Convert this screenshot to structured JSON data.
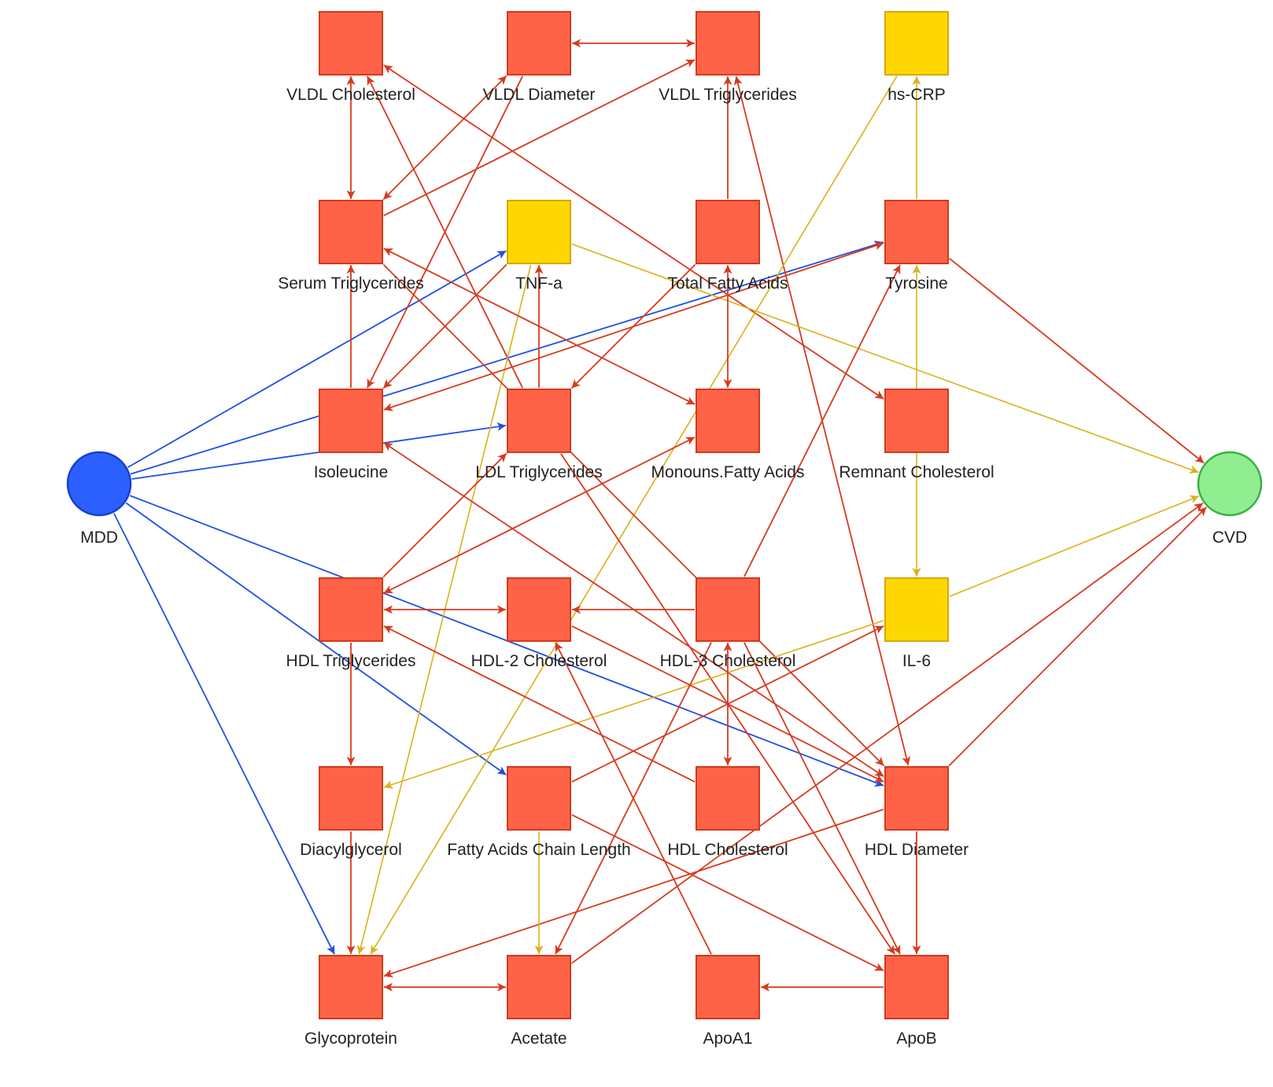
{
  "colors": {
    "metabolite": "#FF6347",
    "metabolite_border": "#D03A1E",
    "inflammatory": "#FFD700",
    "inflammatory_border": "#D4A800",
    "exposure": "#2B60FF",
    "exposure_border": "#1A3FCC",
    "outcome": "#90EE90",
    "outcome_border": "#3CB043",
    "edge_red": "#D63A1E",
    "edge_blue": "#1F4FE0",
    "edge_yellow": "#D9B21A"
  },
  "nodes": [
    {
      "id": "vldl_chol",
      "label": "VLDL Cholesterol",
      "kind": "metabolite"
    },
    {
      "id": "vldl_diam",
      "label": "VLDL Diameter",
      "kind": "metabolite"
    },
    {
      "id": "vldl_tg",
      "label": "VLDL Triglycerides",
      "kind": "metabolite"
    },
    {
      "id": "hscrp",
      "label": "hs-CRP",
      "kind": "inflammatory"
    },
    {
      "id": "serum_tg",
      "label": "Serum Triglycerides",
      "kind": "metabolite"
    },
    {
      "id": "tnfa",
      "label": "TNF-a",
      "kind": "inflammatory"
    },
    {
      "id": "tfa",
      "label": "Total Fatty Acids",
      "kind": "metabolite"
    },
    {
      "id": "tyrosine",
      "label": "Tyrosine",
      "kind": "metabolite"
    },
    {
      "id": "isoleucine",
      "label": "Isoleucine",
      "kind": "metabolite"
    },
    {
      "id": "ldl_tg",
      "label": "LDL Triglycerides",
      "kind": "metabolite"
    },
    {
      "id": "mufa",
      "label": "Monouns.Fatty Acids",
      "kind": "metabolite"
    },
    {
      "id": "remnant",
      "label": "Remnant Cholesterol",
      "kind": "metabolite"
    },
    {
      "id": "hdl_tg",
      "label": "HDL Triglycerides",
      "kind": "metabolite"
    },
    {
      "id": "hdl2",
      "label": "HDL-2 Cholesterol",
      "kind": "metabolite"
    },
    {
      "id": "hdl3",
      "label": "HDL-3 Cholesterol",
      "kind": "metabolite"
    },
    {
      "id": "il6",
      "label": "IL-6",
      "kind": "inflammatory"
    },
    {
      "id": "dag",
      "label": "Diacylglycerol",
      "kind": "metabolite"
    },
    {
      "id": "facl",
      "label": "Fatty Acids Chain Length",
      "kind": "metabolite"
    },
    {
      "id": "hdl_chol",
      "label": "HDL Cholesterol",
      "kind": "metabolite"
    },
    {
      "id": "hdl_diam",
      "label": "HDL Diameter",
      "kind": "metabolite"
    },
    {
      "id": "glyco",
      "label": "Glycoprotein",
      "kind": "metabolite"
    },
    {
      "id": "acetate",
      "label": "Acetate",
      "kind": "metabolite"
    },
    {
      "id": "apoa1",
      "label": "ApoA1",
      "kind": "metabolite"
    },
    {
      "id": "apob",
      "label": "ApoB",
      "kind": "metabolite"
    },
    {
      "id": "mdd",
      "label": "MDD",
      "kind": "exposure"
    },
    {
      "id": "cvd",
      "label": "CVD",
      "kind": "outcome"
    }
  ],
  "edges": [
    {
      "from": "mdd",
      "to": "tnfa",
      "color": "blue"
    },
    {
      "from": "mdd",
      "to": "tyrosine",
      "color": "blue"
    },
    {
      "from": "mdd",
      "to": "ldl_tg",
      "color": "blue"
    },
    {
      "from": "mdd",
      "to": "hdl_diam",
      "color": "blue"
    },
    {
      "from": "mdd",
      "to": "facl",
      "color": "blue"
    },
    {
      "from": "mdd",
      "to": "glyco",
      "color": "blue"
    },
    {
      "from": "vldl_chol",
      "to": "serum_tg",
      "color": "red",
      "both": true
    },
    {
      "from": "vldl_diam",
      "to": "vldl_tg",
      "color": "red",
      "both": true
    },
    {
      "from": "vldl_diam",
      "to": "serum_tg",
      "color": "red",
      "both": true
    },
    {
      "from": "vldl_diam",
      "to": "isoleucine",
      "color": "red"
    },
    {
      "from": "serum_tg",
      "to": "vldl_tg",
      "color": "red"
    },
    {
      "from": "tfa",
      "to": "vldl_tg",
      "color": "red"
    },
    {
      "from": "hdl_diam",
      "to": "vldl_tg",
      "color": "red",
      "both": true
    },
    {
      "from": "remnant",
      "to": "vldl_chol",
      "color": "red",
      "both": true
    },
    {
      "from": "ldl_tg",
      "to": "vldl_chol",
      "color": "red"
    },
    {
      "from": "tyrosine",
      "to": "hscrp",
      "color": "yellow"
    },
    {
      "from": "hscrp",
      "to": "glyco",
      "color": "yellow"
    },
    {
      "from": "tnfa",
      "to": "cvd",
      "color": "yellow"
    },
    {
      "from": "tnfa",
      "to": "isoleucine",
      "color": "red"
    },
    {
      "from": "tnfa",
      "to": "glyco",
      "color": "yellow"
    },
    {
      "from": "tyrosine",
      "to": "isoleucine",
      "color": "red",
      "both": true
    },
    {
      "from": "tyrosine",
      "to": "cvd",
      "color": "red"
    },
    {
      "from": "il6",
      "to": "tyrosine",
      "color": "yellow",
      "both": true
    },
    {
      "from": "hdl3",
      "to": "tyrosine",
      "color": "red"
    },
    {
      "from": "tfa",
      "to": "mufa",
      "color": "red",
      "both": true
    },
    {
      "from": "tfa",
      "to": "ldl_tg",
      "color": "red"
    },
    {
      "from": "isoleucine",
      "to": "serum_tg",
      "color": "red"
    },
    {
      "from": "serum_tg",
      "to": "mufa",
      "color": "red",
      "both": true
    },
    {
      "from": "serum_tg",
      "to": "hdl_diam",
      "color": "red"
    },
    {
      "from": "ldl_tg",
      "to": "tnfa",
      "color": "red"
    },
    {
      "from": "ldl_tg",
      "to": "apob",
      "color": "red"
    },
    {
      "from": "hdl_tg",
      "to": "mufa",
      "color": "red",
      "both": true
    },
    {
      "from": "hdl_tg",
      "to": "ldl_tg",
      "color": "red"
    },
    {
      "from": "hdl_tg",
      "to": "hdl2",
      "color": "red",
      "both": true
    },
    {
      "from": "hdl_tg",
      "to": "dag",
      "color": "red"
    },
    {
      "from": "isoleucine",
      "to": "hdl_diam",
      "color": "red",
      "both": true
    },
    {
      "from": "il6",
      "to": "cvd",
      "color": "yellow"
    },
    {
      "from": "hdl_diam",
      "to": "cvd",
      "color": "red"
    },
    {
      "from": "acetate",
      "to": "cvd",
      "color": "red"
    },
    {
      "from": "il6",
      "to": "dag",
      "color": "yellow"
    },
    {
      "from": "facl",
      "to": "il6",
      "color": "red"
    },
    {
      "from": "hdl3",
      "to": "hdl2",
      "color": "red"
    },
    {
      "from": "hdl3",
      "to": "hdl_chol",
      "color": "red",
      "both": true
    },
    {
      "from": "hdl3",
      "to": "acetate",
      "color": "red"
    },
    {
      "from": "hdl3",
      "to": "apob",
      "color": "red"
    },
    {
      "from": "hdl2",
      "to": "hdl_diam",
      "color": "red"
    },
    {
      "from": "apoa1",
      "to": "hdl2",
      "color": "red"
    },
    {
      "from": "hdl_chol",
      "to": "hdl_tg",
      "color": "red"
    },
    {
      "from": "hdl_diam",
      "to": "apob",
      "color": "red"
    },
    {
      "from": "hdl_diam",
      "to": "glyco",
      "color": "red"
    },
    {
      "from": "dag",
      "to": "glyco",
      "color": "red"
    },
    {
      "from": "facl",
      "to": "acetate",
      "color": "yellow"
    },
    {
      "from": "facl",
      "to": "apob",
      "color": "red"
    },
    {
      "from": "glyco",
      "to": "acetate",
      "color": "red",
      "both": true
    },
    {
      "from": "apob",
      "to": "apoa1",
      "color": "red"
    }
  ]
}
